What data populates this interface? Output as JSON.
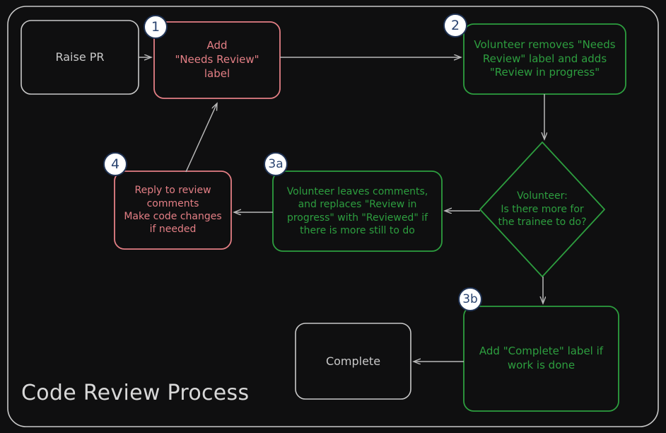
{
  "diagram": {
    "title": "Code Review Process",
    "background": "#0f0f10",
    "frame_color": "#c9c9c9",
    "colors": {
      "red": "#e47f85",
      "green": "#2d9e3f",
      "neutral": "#c9c9c9",
      "arrow": "#b9b9b9",
      "badge_fill": "#ffffff",
      "badge_stroke": "#203354",
      "badge_text": "#2a4470",
      "title_text": "#d8d8d8"
    },
    "nodes": [
      {
        "id": "raise-pr",
        "shape": "rounded-rect",
        "color": "#c9c9c9",
        "badge": null,
        "lines": [
          "Raise PR"
        ]
      },
      {
        "id": "add-needs-review-label",
        "shape": "rounded-rect",
        "color": "#e47f85",
        "badge": "1",
        "lines": [
          "Add",
          "\"Needs Review\"",
          "label"
        ]
      },
      {
        "id": "volunteer-swaps-labels",
        "shape": "rounded-rect",
        "color": "#2d9e3f",
        "badge": "2",
        "lines": [
          "Volunteer removes \"Needs",
          "Review\" label and adds",
          "\"Review in progress\""
        ]
      },
      {
        "id": "volunteer-decision",
        "shape": "diamond",
        "color": "#2d9e3f",
        "badge": null,
        "lines": [
          "Volunteer:",
          "Is there more for",
          "the trainee to do?"
        ]
      },
      {
        "id": "volunteer-leaves-comments",
        "shape": "rounded-rect",
        "color": "#2d9e3f",
        "badge": "3a",
        "lines": [
          "Volunteer leaves comments,",
          "and replaces \"Review in",
          "progress\" with \"Reviewed\" if",
          "there is more still to do"
        ]
      },
      {
        "id": "reply-to-review-comments",
        "shape": "rounded-rect",
        "color": "#e47f85",
        "badge": "4",
        "lines": [
          "Reply to review",
          "comments",
          "Make code changes",
          "if needed"
        ]
      },
      {
        "id": "add-complete-label",
        "shape": "rounded-rect",
        "color": "#2d9e3f",
        "badge": "3b",
        "lines": [
          "Add \"Complete\" label if",
          "work is done"
        ]
      },
      {
        "id": "complete",
        "shape": "rounded-rect",
        "color": "#c9c9c9",
        "badge": null,
        "lines": [
          "Complete"
        ]
      }
    ],
    "edges": [
      {
        "id": "raise-pr-to-add-label",
        "from": "raise-pr",
        "to": "add-needs-review-label"
      },
      {
        "id": "add-label-to-volunteer-swaps",
        "from": "add-needs-review-label",
        "to": "volunteer-swaps-labels"
      },
      {
        "id": "volunteer-swaps-to-decision",
        "from": "volunteer-swaps-labels",
        "to": "volunteer-decision"
      },
      {
        "id": "decision-to-leaves-comments",
        "from": "volunteer-decision",
        "to": "volunteer-leaves-comments"
      },
      {
        "id": "decision-to-add-complete",
        "from": "volunteer-decision",
        "to": "add-complete-label"
      },
      {
        "id": "leaves-comments-to-reply",
        "from": "volunteer-leaves-comments",
        "to": "reply-to-review-comments"
      },
      {
        "id": "reply-to-add-label",
        "from": "reply-to-review-comments",
        "to": "add-needs-review-label"
      },
      {
        "id": "add-complete-to-complete",
        "from": "add-complete-label",
        "to": "complete"
      }
    ]
  }
}
